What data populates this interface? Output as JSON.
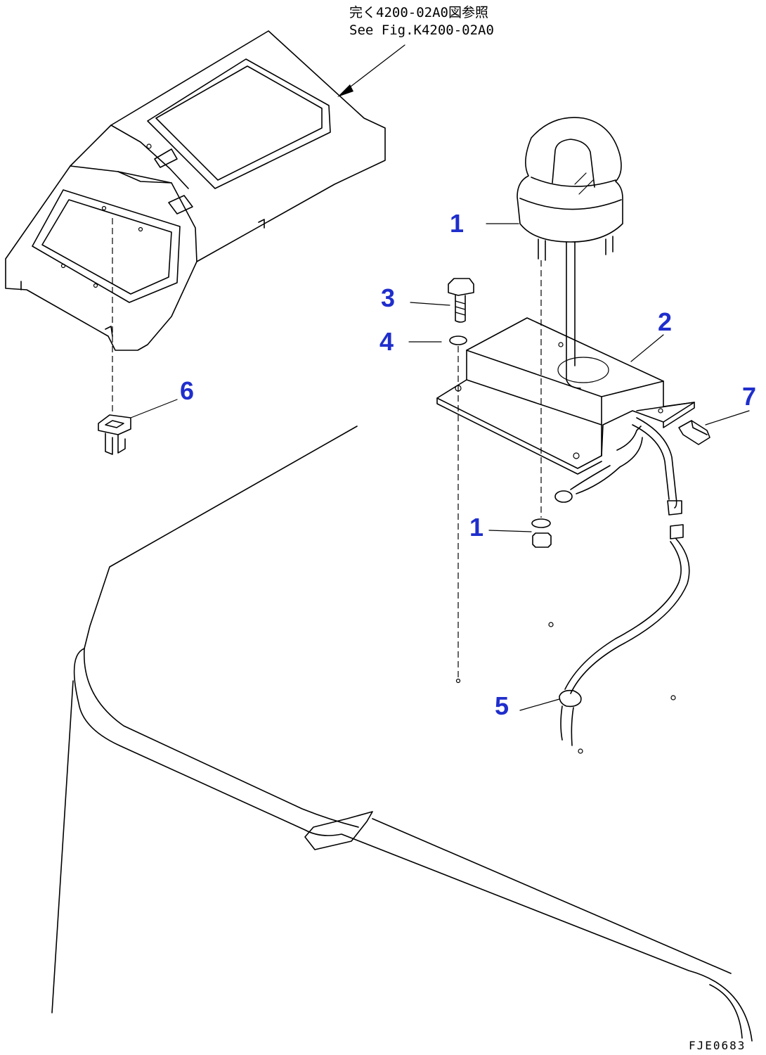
{
  "reference_note": {
    "line1": "完く4200-02A0図参照",
    "line2": "See Fig.K4200-02A0"
  },
  "callouts": [
    {
      "id": "1",
      "part": "beacon-lamp"
    },
    {
      "id": "2",
      "part": "mounting-bracket"
    },
    {
      "id": "3",
      "part": "bolt"
    },
    {
      "id": "4",
      "part": "washer"
    },
    {
      "id": "1",
      "part": "nut-and-washer"
    },
    {
      "id": "5",
      "part": "wiring-harness-grommet"
    },
    {
      "id": "6",
      "part": "switch"
    },
    {
      "id": "7",
      "part": "clip"
    }
  ],
  "drawing_code": "FJE0683",
  "colors": {
    "callout": "#1f2ecc",
    "line": "#000000",
    "background": "#ffffff"
  }
}
